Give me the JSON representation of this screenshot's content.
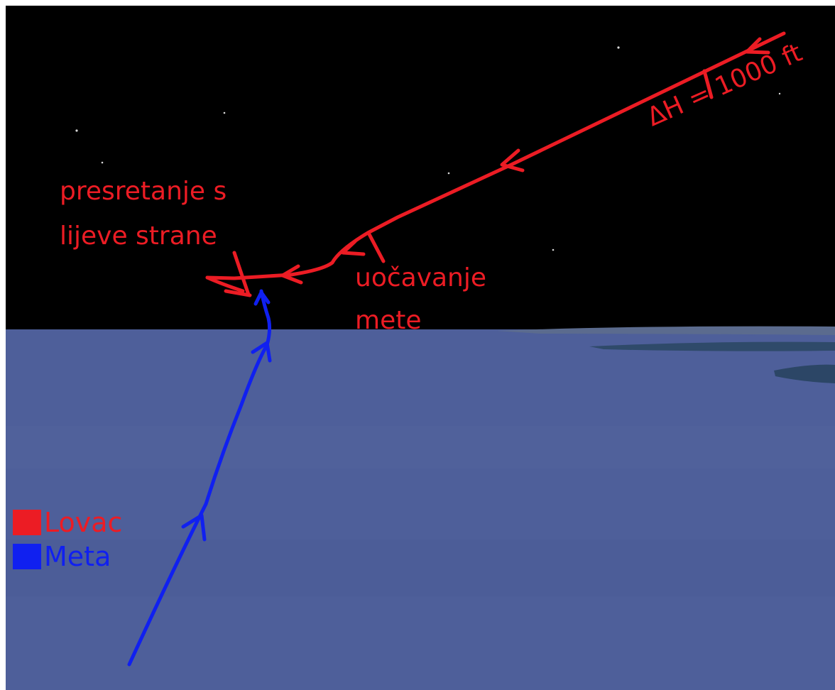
{
  "colors": {
    "sky": "#000000",
    "ground": "#4e5f9a",
    "fighter": "#ec1c24",
    "target": "#1020f0",
    "star": "#d8d8d8"
  },
  "annotations": {
    "intercept": [
      "presretanje s",
      "lijeve strane"
    ],
    "detection": [
      "uočavanje",
      "mete"
    ],
    "altitude_diff": "ΔH = 1000 ft"
  },
  "legend": {
    "fighter_label": "Lovac",
    "target_label": "Meta"
  }
}
